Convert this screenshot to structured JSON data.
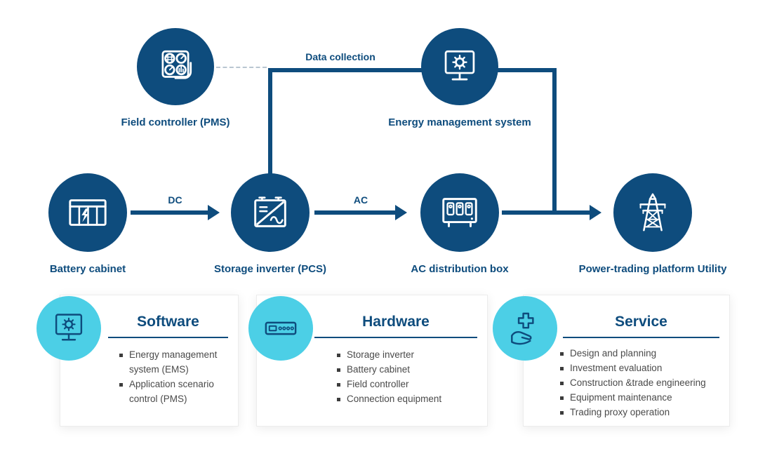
{
  "colors": {
    "primary_blue": "#0e4c7d",
    "accent_cyan": "#4ccfe6",
    "body_text": "#4a4a4a"
  },
  "diagram": {
    "top_row": {
      "field_controller": {
        "label": "Field controller (PMS)",
        "icon": "gauges-icon"
      },
      "energy_management": {
        "label": "Energy management system",
        "icon": "gear-monitor-icon"
      }
    },
    "flow_row": {
      "battery_cabinet": {
        "label": "Battery cabinet",
        "icon": "battery-cabinet-icon"
      },
      "storage_inverter": {
        "label": "Storage inverter (PCS)",
        "icon": "inverter-icon"
      },
      "ac_distribution_box": {
        "label": "AC distribution box",
        "icon": "distribution-box-icon"
      },
      "power_trading": {
        "label": "Power-trading platform Utility",
        "icon": "transmission-tower-icon"
      }
    },
    "edges": {
      "dc": "DC",
      "ac": "AC",
      "data_collection": "Data collection"
    }
  },
  "cards": [
    {
      "title": "Software",
      "icon": "gear-monitor-icon",
      "items": [
        "Energy management system (EMS)",
        "Application scenario control (PMS)"
      ]
    },
    {
      "title": "Hardware",
      "icon": "rack-device-icon",
      "items": [
        "Storage inverter",
        "Battery cabinet",
        "Field controller",
        "Connection equipment"
      ]
    },
    {
      "title": "Service",
      "icon": "hand-plus-icon",
      "items": [
        "Design and planning",
        "Investment evaluation",
        "Construction &trade engineering",
        "Equipment maintenance",
        "Trading proxy operation"
      ]
    }
  ]
}
